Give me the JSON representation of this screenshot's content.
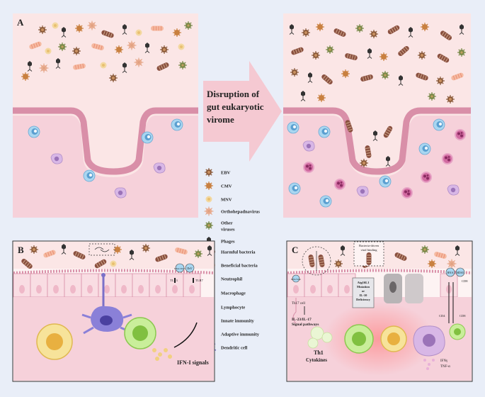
{
  "panels": {
    "a": {
      "letter": "A"
    },
    "b": {
      "letter": "B",
      "tlr3": "TLR3",
      "tlr7": "TLR7",
      "rna_virus": "RNA Virus",
      "dsdna": "DsV",
      "ifn_signals": "IFN-I signals"
    },
    "c": {
      "letter": "C",
      "th17_cell": "Th17 cell",
      "il_pathway_line1": "IL-23/IL-17",
      "il_pathway_line2": "Signal pathways",
      "th1_line1": "Th1",
      "th1_line2": "Cytokines",
      "bacteria_box_line1": "Bacteria-driven",
      "bacteria_box_line2": "viral binding",
      "atg_line1": "Atg16L1",
      "atg_line2": "Mutation",
      "atg_line3": "or",
      "atg_line4": "IL-10",
      "atg_line5": "Deficiency",
      "ifn_gamma": "IFNγ",
      "tnf_alpha": "TNF-α",
      "rna_virus": "RNA Virus",
      "rna": "RNA",
      "mda5": "MDA5",
      "cd8": "CD8",
      "cd4": "CD4"
    }
  },
  "arrow": {
    "line1": "Disruption of",
    "line2": "gut eukaryotic",
    "line3": "virome"
  },
  "legend": [
    {
      "label": "EBV",
      "icon": "ebv-icon"
    },
    {
      "label": "CMV",
      "icon": "cmv-icon"
    },
    {
      "label": "MNV",
      "icon": "mnv-icon"
    },
    {
      "label": "Orthohepadnavirus",
      "icon": "orthohepadnavirus-icon"
    },
    {
      "label": "Other viruses",
      "icon": "other-virus-icon"
    },
    {
      "label": "Phages",
      "icon": "phage-icon"
    },
    {
      "label": "Harmful bacteria",
      "icon": "harmful-bacteria-icon"
    },
    {
      "label": "Beneficial bacteria",
      "icon": "beneficial-bacteria-icon"
    },
    {
      "label": "Neutrophil",
      "icon": "neutrophil-icon"
    },
    {
      "label": "Macrophage",
      "icon": "macrophage-icon"
    },
    {
      "label": "Lymphocyte",
      "icon": "lymphocyte-icon"
    },
    {
      "label": "Innate immunity",
      "icon": "innate-immunity-icon"
    },
    {
      "label": "Adaptive immunity",
      "icon": "adaptive-immunity-icon"
    },
    {
      "label": "Dendritic cell",
      "icon": "dendritic-cell-icon"
    }
  ],
  "colors": {
    "background": "#e9eef8",
    "lumen": "#fbe6e6",
    "tissue": "#f6d1da",
    "membrane": "#d98fa8",
    "arrow": "#f5c9d2",
    "lymphocyte": "#7fbfe6",
    "macrophage": "#d8b7e6",
    "neutrophil": "#d06aa0",
    "innate": "#f2d36b",
    "adaptive": "#a8e06a"
  }
}
